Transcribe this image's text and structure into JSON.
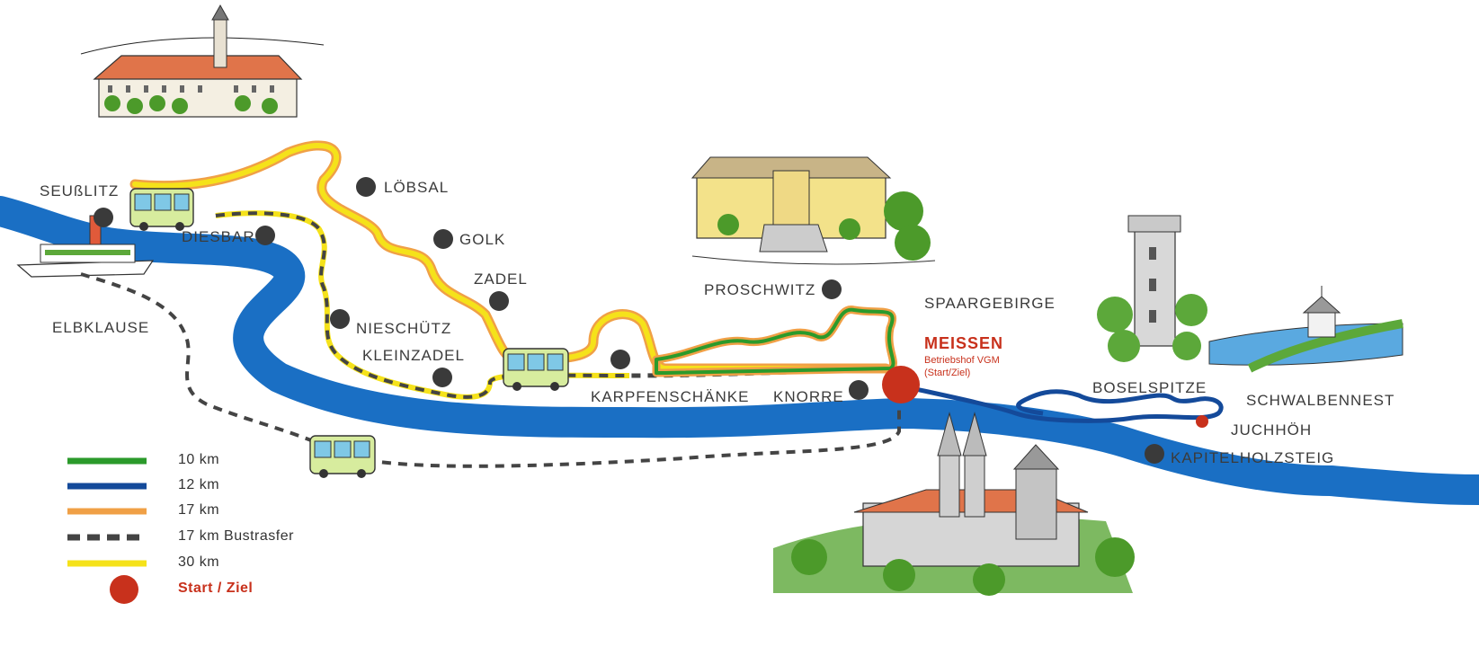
{
  "colors": {
    "river": "#1a6fc4",
    "route_10": "#2b9a2b",
    "route_12": "#144a9a",
    "route_17": "#f0a046",
    "route_bus": "#444444",
    "route_30": "#f5e21a",
    "start": "#c8311c",
    "marker": "#3a3a3a"
  },
  "places": {
    "seusslitz": "SEUßLITZ",
    "diesbar": "DIESBAR",
    "loebsal": "LÖBSAL",
    "golk": "GOLK",
    "zadel": "ZADEL",
    "nieschuetz": "NIESCHÜTZ",
    "kleinzadel": "KLEINZADEL",
    "elbklause": "ELBKLAUSE",
    "karpfenschaenke": "KARPFENSCHÄNKE",
    "knorre": "KNORRE",
    "proschwitz": "PROSCHWITZ",
    "spaargebirge": "SPAARGEBIRGE",
    "boselspitze": "BOSELSPITZE",
    "schwalbennest": "SCHWALBENNEST",
    "juchhoeh": "JUCHHÖH",
    "kapitelholzsteig": "KAPITELHOLZSTEIG"
  },
  "meissen": {
    "name": "MEISSEN",
    "sub1": "Betriebshof VGM",
    "sub2": "(Start/Ziel)"
  },
  "legend": {
    "items": [
      "10 km",
      "12 km",
      "17 km",
      "17 km Bustrasfer",
      "30 km"
    ],
    "start_label": "Start / Ziel"
  },
  "icons": [
    "bus-icon",
    "steamboat-icon",
    "castle-icon",
    "cathedral-icon",
    "tower-icon",
    "chapel-icon"
  ]
}
